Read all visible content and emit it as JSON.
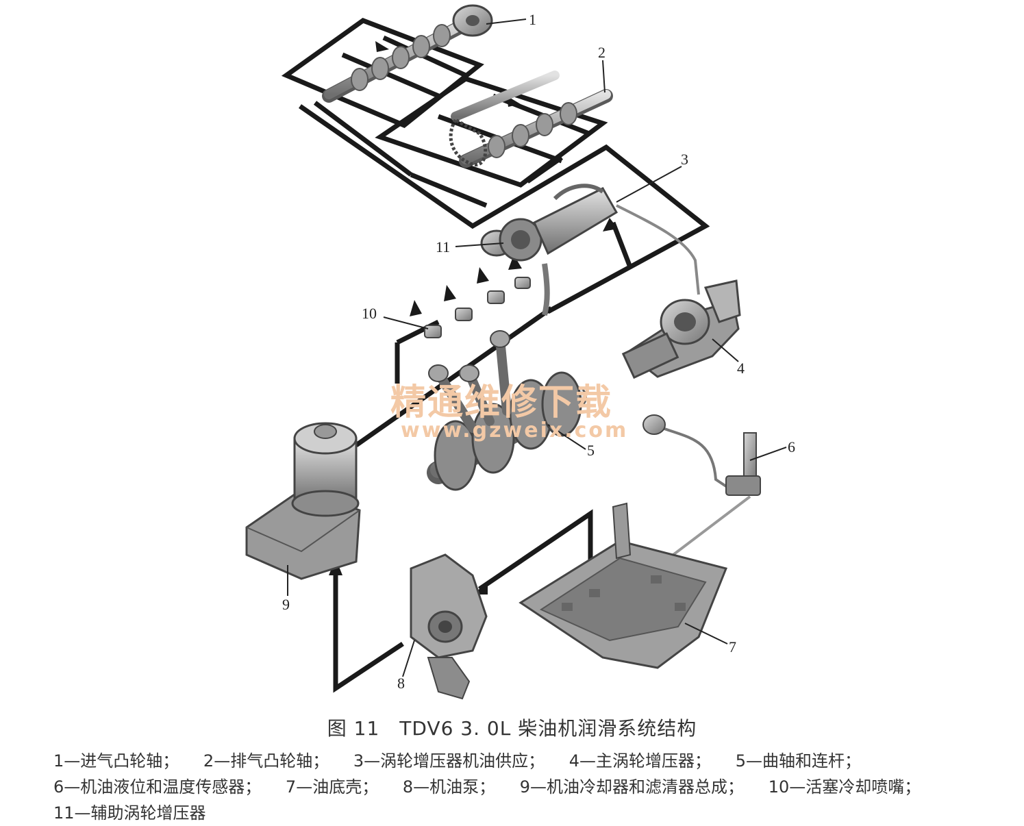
{
  "figure": {
    "title": "图 11　TDV6 3. 0L 柴油机润滑系统结构",
    "legend": [
      "1—进气凸轮轴；",
      "2—排气凸轮轴；",
      "3—涡轮增压器机油供应；",
      "4—主涡轮增压器；",
      "5—曲轴和连杆；",
      "6—机油液位和温度传感器；",
      "7—油底壳；",
      "8—机油泵；",
      "9—机油冷却器和滤清器总成；",
      "10—活塞冷却喷嘴；",
      "11—辅助涡轮增压器"
    ]
  },
  "callouts": [
    "1",
    "2",
    "3",
    "4",
    "5",
    "6",
    "7",
    "8",
    "9",
    "10",
    "11"
  ],
  "watermark": {
    "text": "精通维修下载",
    "url": "www.gzweix.com",
    "color": "#f3c9a6"
  },
  "colors": {
    "oil_line": "#1a1a1a",
    "part_fill": "#b8b8b8",
    "part_shadow": "#7a7a7a"
  }
}
